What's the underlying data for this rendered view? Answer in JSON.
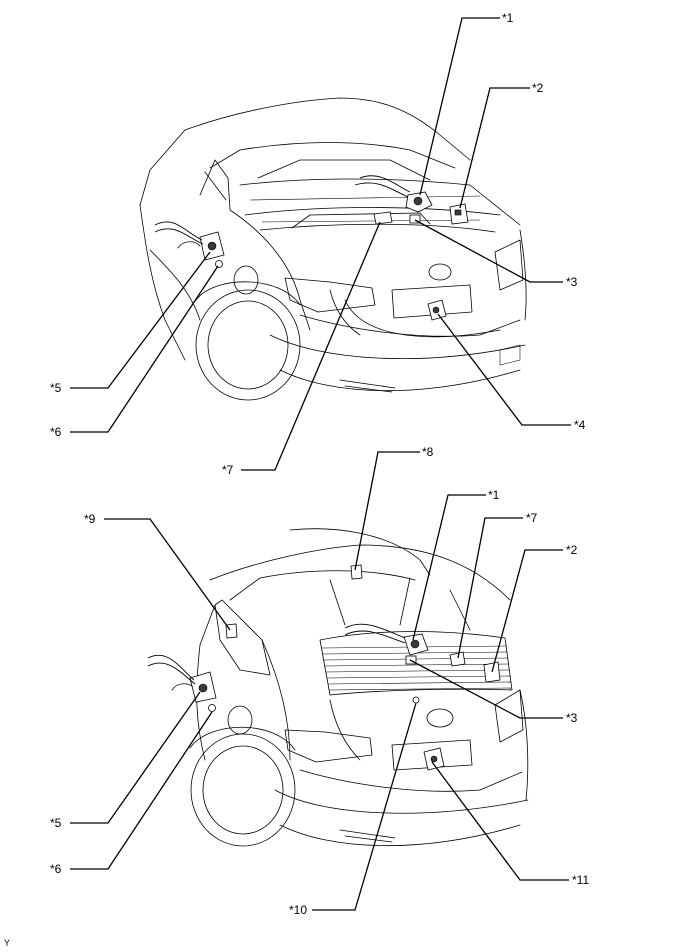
{
  "top_view": {
    "callouts": [
      {
        "id": "c1",
        "text": "*1"
      },
      {
        "id": "c2",
        "text": "*2"
      },
      {
        "id": "c3",
        "text": "*3"
      },
      {
        "id": "c4",
        "text": "*4"
      },
      {
        "id": "c5",
        "text": "*5"
      },
      {
        "id": "c6",
        "text": "*6"
      },
      {
        "id": "c7",
        "text": "*7"
      }
    ]
  },
  "bottom_view": {
    "callouts": [
      {
        "id": "c1",
        "text": "*1"
      },
      {
        "id": "c2",
        "text": "*2"
      },
      {
        "id": "c3",
        "text": "*3"
      },
      {
        "id": "c5",
        "text": "*5"
      },
      {
        "id": "c6",
        "text": "*6"
      },
      {
        "id": "c7",
        "text": "*7"
      },
      {
        "id": "c8",
        "text": "*8"
      },
      {
        "id": "c9",
        "text": "*9"
      },
      {
        "id": "c10",
        "text": "*10"
      },
      {
        "id": "c11",
        "text": "*11"
      }
    ]
  },
  "figure_code": "Y"
}
